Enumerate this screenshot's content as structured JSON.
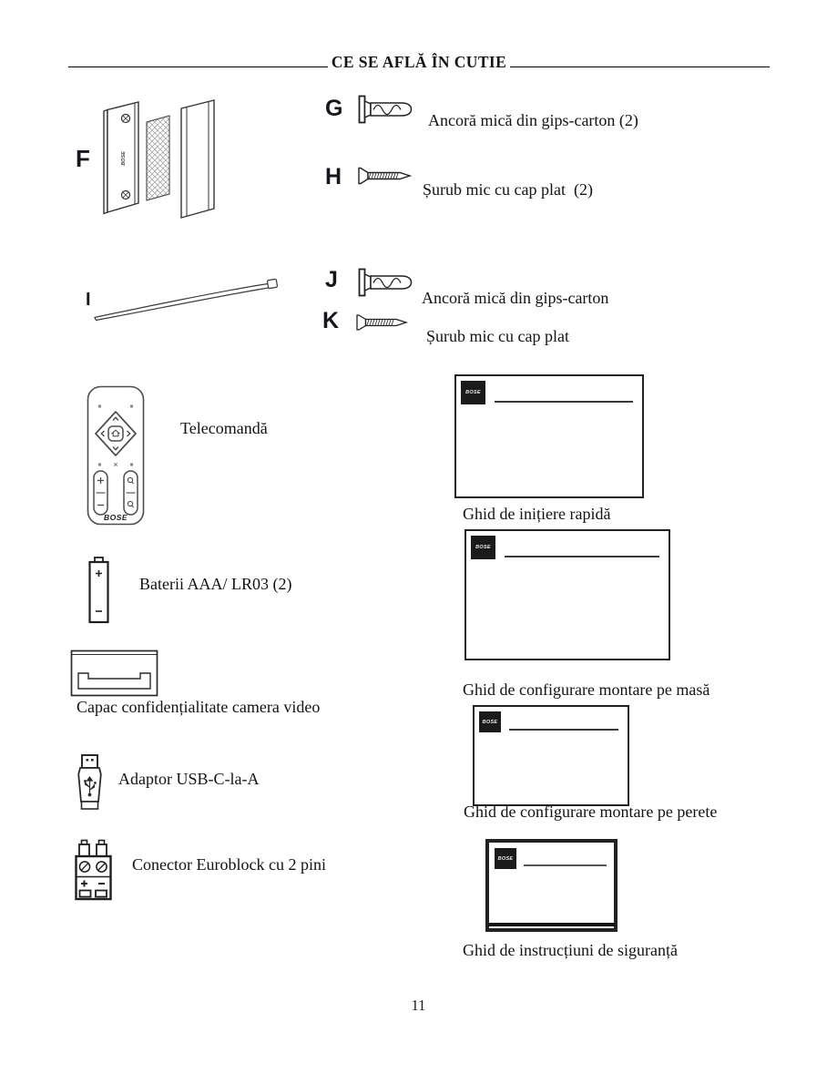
{
  "title": "CE SE AFLĂ ÎN CUTIE",
  "page_number": "11",
  "brand": "BOSE",
  "figures": {
    "bracket_letter": "F",
    "cable_letter": "I"
  },
  "hardware": [
    {
      "letter": "G",
      "label": "Ancoră mică din gips-carton (2)"
    },
    {
      "letter": "H",
      "label": "Șurub mic cu cap plat  (2)"
    },
    {
      "letter": "J",
      "label": "Ancoră mică din gips-carton"
    },
    {
      "letter": "K",
      "label": "Șurub mic cu cap plat"
    }
  ],
  "items": [
    {
      "label": "Telecomandă"
    },
    {
      "label": "Baterii AAA/ LR03 (2)"
    },
    {
      "label": "Capac confidențialitate camera video"
    },
    {
      "label": "Adaptor USB-C-la-A"
    },
    {
      "label": "Conector Euroblock cu 2 pini"
    }
  ],
  "guides": [
    {
      "label": "Ghid de inițiere rapidă"
    },
    {
      "label": "Ghid de configurare montare pe masă"
    },
    {
      "label": "Ghid de configurare montare pe perete"
    },
    {
      "label": "Ghid de instrucțiuni de siguranță"
    }
  ]
}
